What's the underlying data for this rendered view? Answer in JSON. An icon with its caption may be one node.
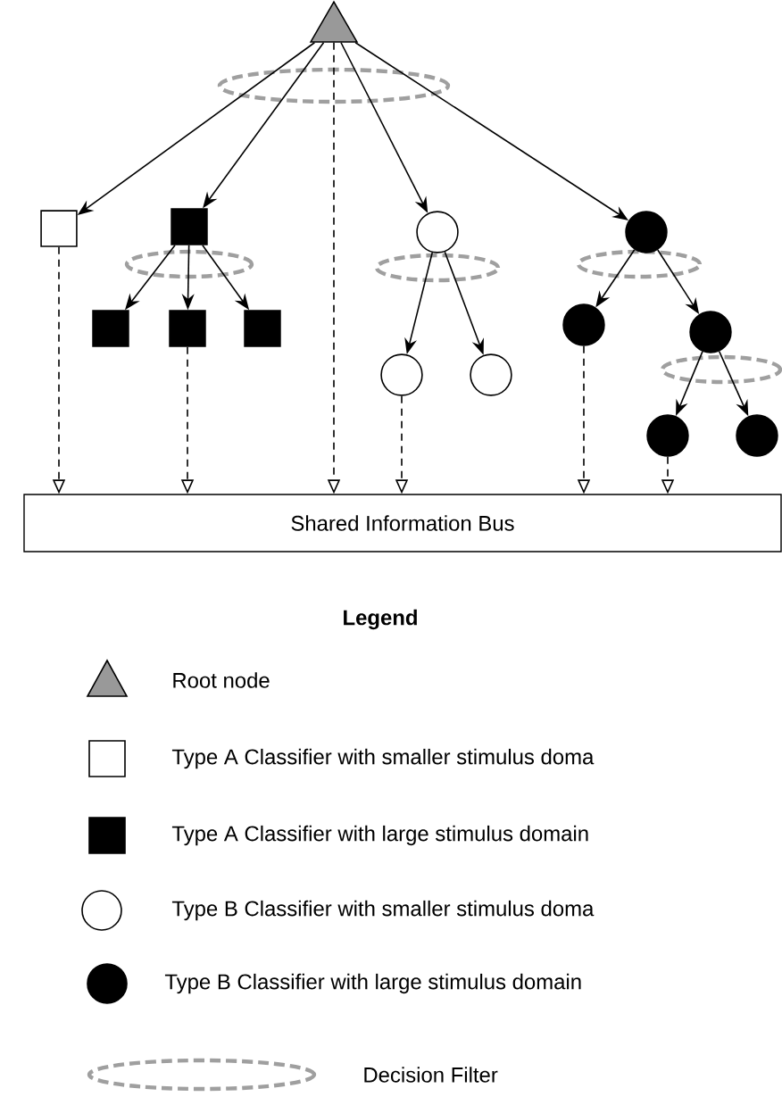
{
  "diagram": {
    "nodes": [
      {
        "text": [],
        "shape": "triangle"
      },
      {
        "text": [],
        "shape": "box"
      },
      {
        "text": [],
        "shape": "box"
      },
      {
        "text": [],
        "shape": "circle"
      },
      {
        "text": [],
        "shape": "circle"
      },
      {
        "text": [],
        "shape": "box"
      },
      {
        "text": [],
        "shape": "box"
      },
      {
        "text": [],
        "shape": "box"
      },
      {
        "text": [],
        "shape": "circle"
      },
      {
        "text": [],
        "shape": "circle"
      },
      {
        "text": [],
        "shape": "circle"
      },
      {
        "text": [],
        "shape": "circle"
      },
      {
        "text": [],
        "shape": "circle"
      },
      {
        "text": [],
        "shape": "circle"
      },
      {
        "text": [
          "Shared Information Bus"
        ]
      }
    ],
    "edges": [
      {
        "from": 0,
        "to": 1,
        "arrow": "to"
      },
      {
        "from": 0,
        "to": 2,
        "arrow": "to"
      },
      {
        "from": 0,
        "to": 3,
        "arrow": "to"
      },
      {
        "from": 0,
        "to": 4,
        "arrow": "to"
      },
      {
        "from": 2,
        "to": 5,
        "arrow": "to"
      },
      {
        "from": 2,
        "to": 6,
        "arrow": "to"
      },
      {
        "from": 2,
        "to": 7,
        "arrow": "to"
      },
      {
        "from": 3,
        "to": 8,
        "arrow": "to"
      },
      {
        "from": 3,
        "to": 9,
        "arrow": "to"
      },
      {
        "from": 4,
        "to": 10,
        "arrow": "to"
      },
      {
        "from": 4,
        "to": 11,
        "arrow": "to"
      },
      {
        "from": 11,
        "to": 12,
        "arrow": "to"
      },
      {
        "from": 11,
        "to": 13,
        "arrow": "to"
      },
      {
        "from": 1,
        "to": 14,
        "arrow": "to",
        "style": "dashed"
      },
      {
        "from": 6,
        "to": 14,
        "arrow": "to",
        "style": "dashed"
      },
      {
        "from": 0,
        "to": 14,
        "arrow": "to",
        "style": "dashed"
      },
      {
        "from": 8,
        "to": 14,
        "arrow": "to",
        "style": "dashed"
      },
      {
        "from": 10,
        "to": 14,
        "arrow": "to",
        "style": "dashed"
      },
      {
        "from": 12,
        "to": 14,
        "arrow": "to",
        "style": "dashed"
      }
    ],
    "labels": [
      "Legend"
    ],
    "legend": [
      {
        "text": "Root node"
      },
      {
        "text": "Type A Classifier with smaller stimulus doma"
      },
      {
        "text": "Type A Classifier with large stimulus domain"
      },
      {
        "text": "Type B Classifier with smaller stimulus doma"
      },
      {
        "text": "Type B Classifier with large stimulus domain"
      },
      {
        "text": "Decision Filter"
      }
    ]
  }
}
